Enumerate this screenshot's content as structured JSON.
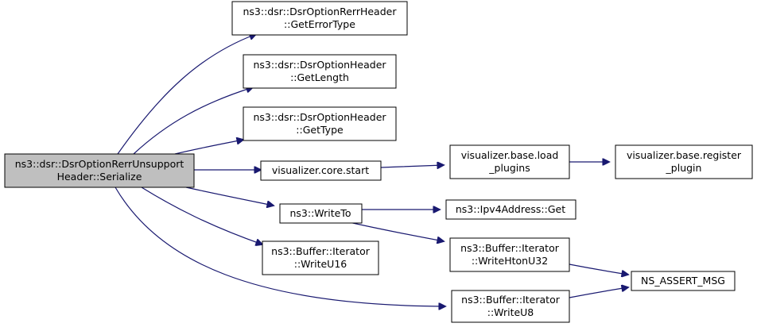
{
  "colors": {
    "edge": "#191970",
    "node_fill": "#ffffff",
    "focus_fill": "#bfbfbf",
    "border": "#000000"
  },
  "nodes": {
    "serialize": {
      "lines": [
        "ns3::dsr::DsrOptionRerrUnsupport",
        "Header::Serialize"
      ]
    },
    "get_error_type": {
      "lines": [
        "ns3::dsr::DsrOptionRerrHeader",
        "::GetErrorType"
      ]
    },
    "get_length": {
      "lines": [
        "ns3::dsr::DsrOptionHeader",
        "::GetLength"
      ]
    },
    "get_type": {
      "lines": [
        "ns3::dsr::DsrOptionHeader",
        "::GetType"
      ]
    },
    "core_start": {
      "lines": [
        "visualizer.core.start"
      ]
    },
    "load_plugins": {
      "lines": [
        "visualizer.base.load",
        "_plugins"
      ]
    },
    "register_plugin": {
      "lines": [
        "visualizer.base.register",
        "_plugin"
      ]
    },
    "write_to": {
      "lines": [
        "ns3::WriteTo"
      ]
    },
    "ipv4_get": {
      "lines": [
        "ns3::Ipv4Address::Get"
      ]
    },
    "write_hton_u32": {
      "lines": [
        "ns3::Buffer::Iterator",
        "::WriteHtonU32"
      ]
    },
    "write_u16": {
      "lines": [
        "ns3::Buffer::Iterator",
        "::WriteU16"
      ]
    },
    "ns_assert_msg": {
      "lines": [
        "NS_ASSERT_MSG"
      ]
    },
    "write_u8": {
      "lines": [
        "ns3::Buffer::Iterator",
        "::WriteU8"
      ]
    }
  }
}
